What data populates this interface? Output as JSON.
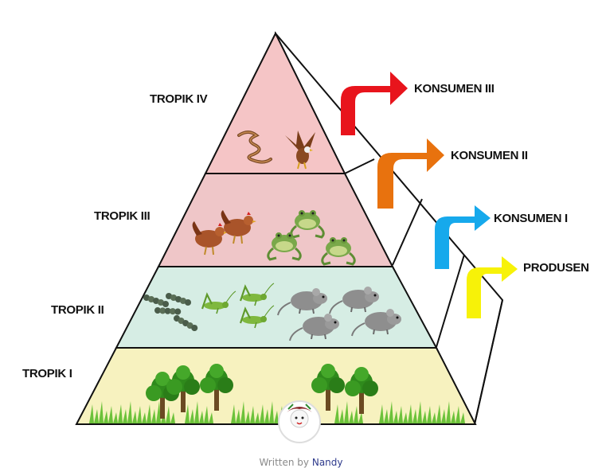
{
  "pyramid": {
    "levels": [
      {
        "label": "TROPIK IV",
        "color": "#f5c5c6"
      },
      {
        "label": "TROPIK III",
        "color": "#efc6c8"
      },
      {
        "label": "TROPIK II",
        "color": "#d6ede4"
      },
      {
        "label": "TROPIK I",
        "color": "#f7f2bf"
      }
    ]
  },
  "consumers": [
    {
      "label": "KONSUMEN III",
      "color": "#e8141c"
    },
    {
      "label": "KONSUMEN II",
      "color": "#e8720e"
    },
    {
      "label": "KONSUMEN I",
      "color": "#16a9ec"
    },
    {
      "label": "PRODUSEN",
      "color": "#f7f208"
    }
  ],
  "icons": {
    "level4": [
      "snake-icon",
      "eagle-icon"
    ],
    "level3": [
      "chicken-icon",
      "frog-icon"
    ],
    "level2": [
      "caterpillar-icon",
      "grasshopper-icon",
      "mouse-icon"
    ],
    "level1": [
      "tree-icon",
      "grass-icon"
    ]
  },
  "footer": {
    "written_by": "Written by",
    "author": "Nandy"
  }
}
